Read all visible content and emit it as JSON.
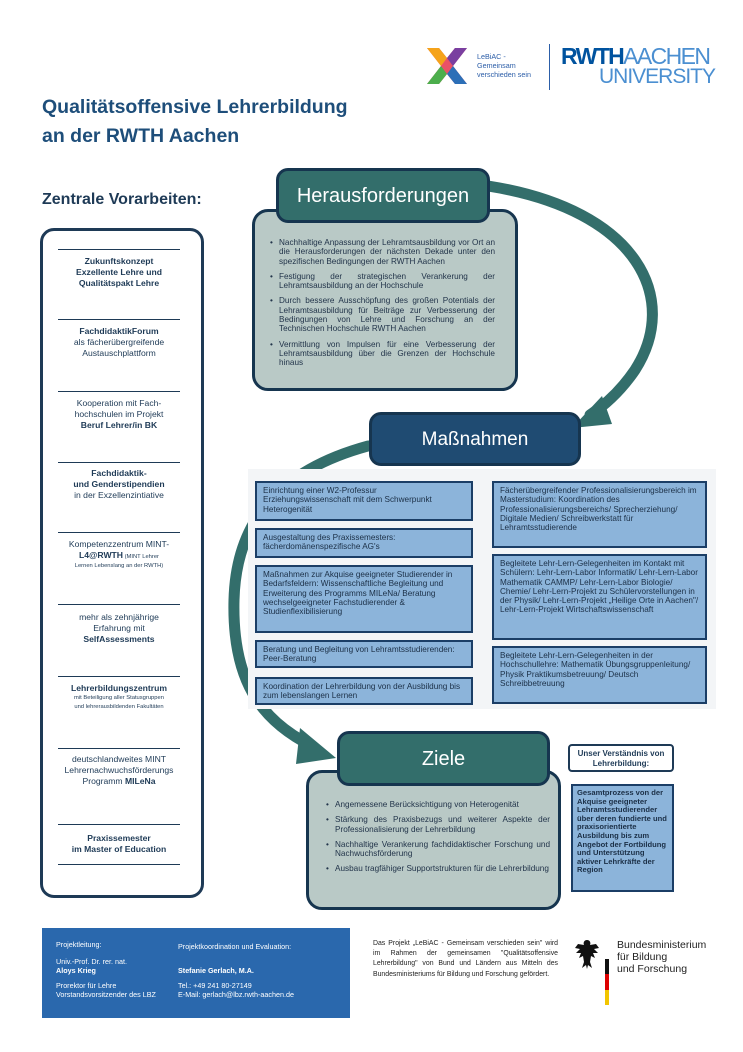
{
  "header": {
    "lebiac_lines": [
      "LeBiAC -",
      "Gemeinsam",
      "verschieden sein"
    ],
    "rwth_line1_bold": "RWTH",
    "rwth_line1_light": "AACHEN",
    "rwth_line2": "UNIVERSITY",
    "title_line1": "Qualitätsoffensive Lehrerbildung",
    "title_line2": "an der RWTH Aachen"
  },
  "left": {
    "heading": "Zentrale Vorarbeiten:",
    "items": [
      {
        "lines": [
          {
            "t": "Zukunftskonzept",
            "b": true
          },
          {
            "t": "Exzellente Lehre und",
            "b": true
          },
          {
            "t": "Qualitätspakt Lehre",
            "b": true
          }
        ]
      },
      {
        "lines": [
          {
            "t": "FachdidaktikForum",
            "b": true
          },
          {
            "t": "als fächerübergreifende",
            "b": false
          },
          {
            "t": "Austauschplattform",
            "b": false
          }
        ]
      },
      {
        "lines": [
          {
            "t": "Kooperation mit Fach-",
            "b": false
          },
          {
            "t": "hochschulen im Projekt",
            "b": false
          },
          {
            "t": "Beruf Lehrer/in BK",
            "b": true
          }
        ]
      },
      {
        "lines": [
          {
            "t": "Fachdidaktik-",
            "b": true
          },
          {
            "t": "und Genderstipendien",
            "b": true
          },
          {
            "t": "in der Exzellenzintiative",
            "b": false
          }
        ]
      },
      {
        "lines": [
          {
            "t": "Kompetenzzentrum MINT-",
            "b": false
          },
          {
            "t": "L4@RWTH",
            "b": true,
            "s": " (MINT Lehrer"
          },
          {
            "t": "Lernen Lebenslang an der RWTH)",
            "b": false,
            "small": true
          }
        ]
      },
      {
        "lines": [
          {
            "t": "mehr als zehnjährige",
            "b": false
          },
          {
            "t": "Erfahrung mit",
            "b": false
          },
          {
            "t": "SelfAssessments",
            "b": true
          }
        ]
      },
      {
        "lines": [
          {
            "t": "Lehrerbildungszentrum",
            "b": true
          },
          {
            "t": "mit Beteiligung aller Statusgruppen",
            "b": false,
            "small": true
          },
          {
            "t": "und lehrerausbildenden Fakultäten",
            "b": false,
            "small": true
          }
        ]
      },
      {
        "lines": [
          {
            "t": "deutschlandweites MINT",
            "b": false
          },
          {
            "t": "Lehrernachwuchsförderungs",
            "b": false
          },
          {
            "t": "Programm MILeNa",
            "b": false,
            "bpart": "MILeNa"
          }
        ]
      },
      {
        "lines": [
          {
            "t": "Praxissemester",
            "b": true
          },
          {
            "t": "im Master of Education",
            "b": true
          }
        ]
      }
    ]
  },
  "herausforderungen": {
    "heading": "Herausforderungen",
    "bullets": [
      "Nachhaltige Anpassung der Lehramtsausbildung vor Ort an die Herausforderungen der nächsten Dekade unter den spezifischen Bedingungen der RWTH Aachen",
      "Festigung der strategischen Verankerung der Lehramtsausbildung an der Hochschule",
      "Durch bessere Ausschöpfung des großen Potentials der Lehramtsausbildung für Beiträge zur Verbesserung der Bedingungen von Lehre und Forschung an der Technischen Hochschule RWTH Aachen",
      "Vermittlung von Impulsen für eine Verbesserung der Lehramtsausbildung über die Grenzen der Hochschule hinaus"
    ]
  },
  "massnahmen": {
    "heading": "Maßnahmen",
    "left_boxes": [
      "Einrichtung einer W2-Professur Erziehungswissenschaft mit dem Schwerpunkt Heterogenität",
      "Ausgestaltung des Praxissemesters: fächerdomänenspezifische AG's",
      "Maßnahmen zur Akquise geeigneter Studierender in Bedarfsfeldern: Wissenschaftliche Begleitung und Erweiterung des Programms MILeNa/ Beratung wechselgeeigneter Fachstudierender & Studienflexibilisierung",
      "Beratung und Begleitung von Lehramtsstudierenden: Peer-Beratung",
      "Koordination der Lehrerbildung von der Ausbildung bis zum lebenslangen Lernen"
    ],
    "right_boxes": [
      "Fächerübergreifender Professionalisierungsbereich im Masterstudium: Koordination des Professionalisierungsbereichs/ Sprecherziehung/ Digitale Medien/ Schreibwerkstatt für Lehramtsstudierende",
      "Begleitete Lehr-Lern-Gelegenheiten im Kontakt mit Schülern: Lehr-Lern-Labor Informatik/ Lehr-Lern-Labor Mathematik CAMMP/ Lehr-Lern-Labor Biologie/ Chemie/ Lehr-Lern-Projekt zu Schülervorstellungen in der Physik/ Lehr-Lern-Projekt „Heilige Orte in Aachen\"/ Lehr-Lern-Projekt Wirtschaftswissenschaft",
      "Begleitete Lehr-Lern-Gelegenheiten in der Hochschullehre: Mathematik Übungsgruppenleitung/ Physik Praktikumsbetreuung/ Deutsch Schreibbetreuung"
    ]
  },
  "ziele": {
    "heading": "Ziele",
    "bullets": [
      "Angemessene Berücksichtigung von Heterogenität",
      "Stärkung des Praxisbezugs und weiterer Aspekte der Professionalisierung der Lehrerbildung",
      "Nachhaltige Verankerung fachdidaktischer Forschung und Nachwuchsförderung",
      "Ausbau tragfähiger Supportstrukturen für die Lehrerbildung"
    ]
  },
  "verstaendnis": {
    "heading": "Unser Verständnis von Lehrerbildung:",
    "body": "Gesamtprozess von der Akquise geeigneter Lehramtsstudierender über deren fundierte und praxisorientierte Ausbildung bis zum Angebot der Fortbildung und Unterstützung aktiver Lehrkräfte der Region"
  },
  "footer": {
    "projektleitung_label": "Projektleitung:",
    "leiter_title": "Univ.-Prof. Dr. rer. nat.",
    "leiter_name": "Aloys Krieg",
    "leiter_role1": "Prorektor für Lehre",
    "leiter_role2": "Vorstandsvorsitzender des LBZ",
    "koord_label": "Projektkoordination und Evaluation:",
    "koord_name": "Stefanie Gerlach, M.A.",
    "koord_tel": "Tel.: +49 241 80-27149",
    "koord_mail": "E-Mail: gerlach@lbz.rwth-aachen.de",
    "note": "Das Projekt „LeBiAC - Gemeinsam verschieden sein\" wird im Rahmen der gemeinsamen \"Qualitätsoffensive Lehrerbildung\" von Bund und Ländern aus Mitteln des Bundesministeriums für Bildung und Forschung gefördert.",
    "bmbf_lines": [
      "Bundesministerium",
      "für Bildung",
      "und Forschung"
    ]
  },
  "colors": {
    "teal": "#336e6b",
    "navy": "#1f4b72",
    "box_blue": "#8cb4da",
    "footer_blue": "#2a68ad"
  }
}
